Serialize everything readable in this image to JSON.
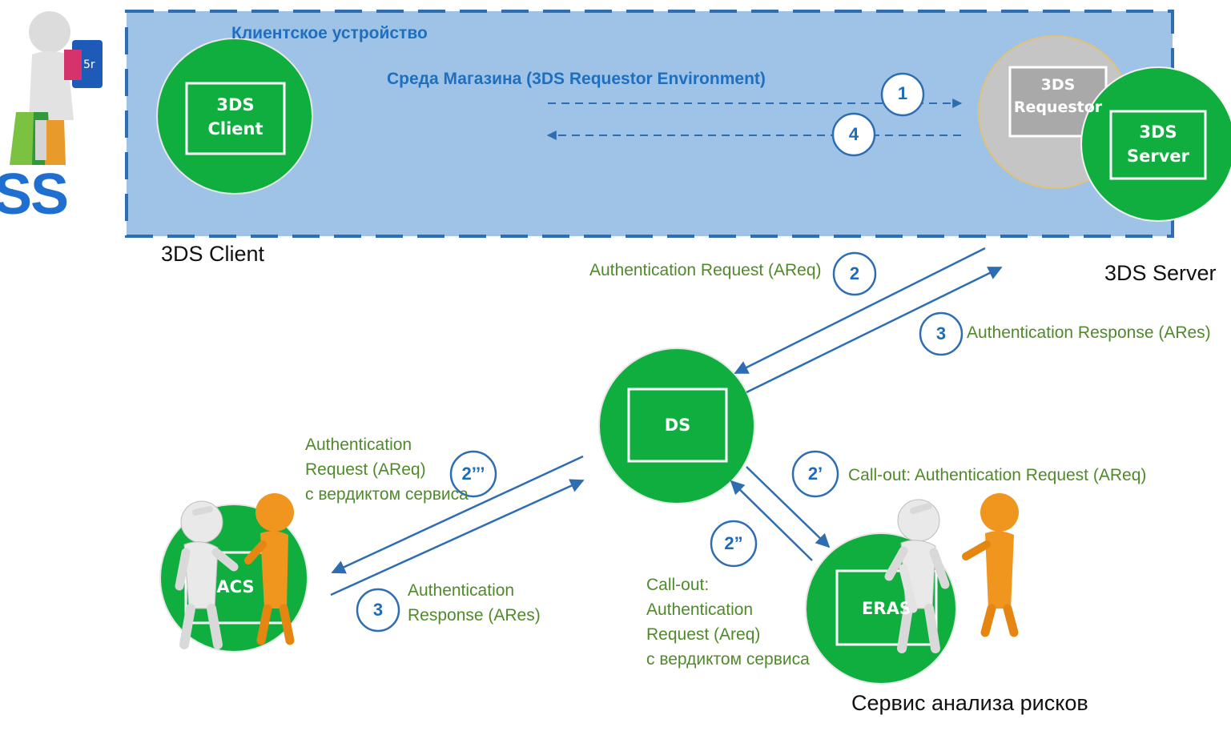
{
  "brand": {
    "logo_fragment": "SS"
  },
  "environment": {
    "device_title": "Клиентское устройство",
    "merchant_env_title": "Среда Магазина (3DS Requestor Environment)"
  },
  "nodes": {
    "client_box": [
      "3DS",
      "Client"
    ],
    "requestor_box": [
      "3DS",
      "Requestor"
    ],
    "server_box": [
      "3DS",
      "Server"
    ],
    "ds_box": "DS",
    "acs_box": "ACS",
    "eras_box": "ERAS"
  },
  "captions": {
    "client": "3DS Client",
    "server": "3DS Server",
    "risk_service": "Сервис анализа рисков"
  },
  "steps": {
    "s1": "1",
    "s4": "4",
    "s2": "2",
    "s3_server": "3",
    "s2_prime": "2’",
    "s2_double": "2”",
    "s2_triple": "2’’’",
    "s3_acs": "3"
  },
  "messages": {
    "areq": "Authentication Request (AReq)",
    "ares_server": "Authentication Response (ARes)",
    "callout_areq": "Call-out: Authentication Request (AReq)",
    "acs_areq": [
      "Authentication",
      "Request (AReq)",
      "с вердиктом сервиса"
    ],
    "acs_ares": [
      "Authentication",
      "Response (ARes)"
    ],
    "callout_verdict": [
      "Call-out:",
      "Authentication",
      "Request (Areq)",
      "с вердиктом сервиса"
    ]
  },
  "colors": {
    "env_fill": "#9fc3e6",
    "env_border": "#2e6db2",
    "node_green": "#0fae3f",
    "requestor_grey": "#c5c5c5",
    "arrow_blue": "#2e6db2",
    "badge_text": "#1e6bb8",
    "message_green": "#4f8a2a",
    "person_orange": "#f0951d",
    "person_white": "#e9e9e9"
  }
}
